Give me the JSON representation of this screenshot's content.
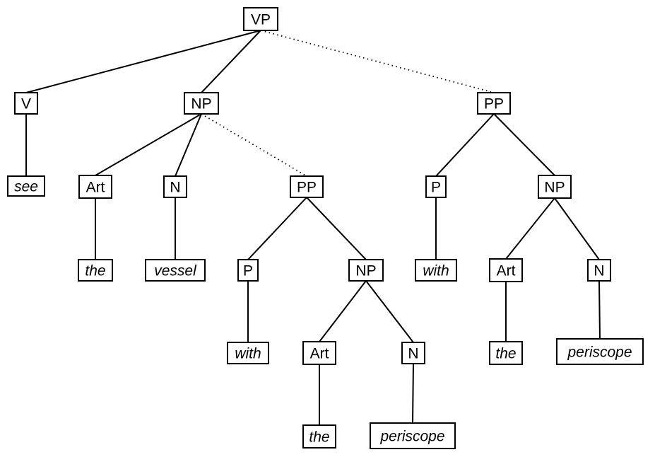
{
  "tree": {
    "nodes": [
      {
        "id": "vp",
        "label": "VP",
        "kind": "category"
      },
      {
        "id": "v",
        "label": "V",
        "kind": "category"
      },
      {
        "id": "see",
        "label": "see",
        "kind": "word"
      },
      {
        "id": "np1",
        "label": "NP",
        "kind": "category"
      },
      {
        "id": "art1",
        "label": "Art",
        "kind": "category"
      },
      {
        "id": "the1",
        "label": "the",
        "kind": "word"
      },
      {
        "id": "n1",
        "label": "N",
        "kind": "category"
      },
      {
        "id": "vessel",
        "label": "vessel",
        "kind": "word"
      },
      {
        "id": "pp1",
        "label": "PP",
        "kind": "category"
      },
      {
        "id": "p1",
        "label": "P",
        "kind": "category"
      },
      {
        "id": "with1",
        "label": "with",
        "kind": "word"
      },
      {
        "id": "np2",
        "label": "NP",
        "kind": "category"
      },
      {
        "id": "art2",
        "label": "Art",
        "kind": "category"
      },
      {
        "id": "the2",
        "label": "the",
        "kind": "word"
      },
      {
        "id": "n2",
        "label": "N",
        "kind": "category"
      },
      {
        "id": "periscope1",
        "label": "periscope",
        "kind": "word"
      },
      {
        "id": "pp2",
        "label": "PP",
        "kind": "category"
      },
      {
        "id": "p2",
        "label": "P",
        "kind": "category"
      },
      {
        "id": "with2",
        "label": "with",
        "kind": "word"
      },
      {
        "id": "np3",
        "label": "NP",
        "kind": "category"
      },
      {
        "id": "art3",
        "label": "Art",
        "kind": "category"
      },
      {
        "id": "the3",
        "label": "the",
        "kind": "word"
      },
      {
        "id": "n3",
        "label": "N",
        "kind": "category"
      },
      {
        "id": "periscope2",
        "label": "periscope",
        "kind": "word"
      }
    ],
    "edges": [
      {
        "from": "vp",
        "to": "v",
        "style": "solid"
      },
      {
        "from": "vp",
        "to": "np1",
        "style": "solid"
      },
      {
        "from": "vp",
        "to": "pp2",
        "style": "dotted"
      },
      {
        "from": "v",
        "to": "see",
        "style": "solid"
      },
      {
        "from": "np1",
        "to": "art1",
        "style": "solid"
      },
      {
        "from": "np1",
        "to": "n1",
        "style": "solid"
      },
      {
        "from": "np1",
        "to": "pp1",
        "style": "dotted"
      },
      {
        "from": "art1",
        "to": "the1",
        "style": "solid"
      },
      {
        "from": "n1",
        "to": "vessel",
        "style": "solid"
      },
      {
        "from": "pp1",
        "to": "p1",
        "style": "solid"
      },
      {
        "from": "pp1",
        "to": "np2",
        "style": "solid"
      },
      {
        "from": "p1",
        "to": "with1",
        "style": "solid"
      },
      {
        "from": "np2",
        "to": "art2",
        "style": "solid"
      },
      {
        "from": "np2",
        "to": "n2",
        "style": "solid"
      },
      {
        "from": "art2",
        "to": "the2",
        "style": "solid"
      },
      {
        "from": "n2",
        "to": "periscope1",
        "style": "solid"
      },
      {
        "from": "pp2",
        "to": "p2",
        "style": "solid"
      },
      {
        "from": "pp2",
        "to": "np3",
        "style": "solid"
      },
      {
        "from": "p2",
        "to": "with2",
        "style": "solid"
      },
      {
        "from": "np3",
        "to": "art3",
        "style": "solid"
      },
      {
        "from": "np3",
        "to": "n3",
        "style": "solid"
      },
      {
        "from": "art3",
        "to": "the3",
        "style": "solid"
      },
      {
        "from": "n3",
        "to": "periscope2",
        "style": "solid"
      }
    ]
  }
}
